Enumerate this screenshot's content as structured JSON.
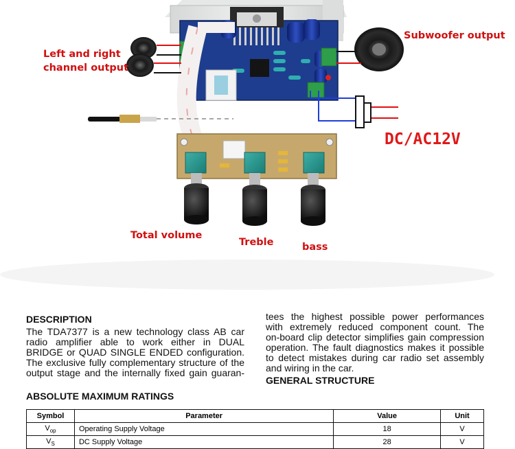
{
  "labels": {
    "left_right_line1": "Left and right",
    "left_right_line2": "channel output",
    "subwoofer": "Subwoofer output",
    "power": "DC/AC12V",
    "total_volume": "Total volume",
    "treble": "Treble",
    "bass": "bass"
  },
  "document": {
    "description_heading": "DESCRIPTION",
    "description_lines": [
      "The TDA7377 is a new technology class AB car",
      "radio amplifier able to work either in DUAL",
      "BRIDGE or QUAD SINGLE ENDED configuration.",
      "The exclusive fully complementary structure of the",
      "output stage and the internally fixed gain guaran-"
    ],
    "right_lines": [
      "tees the highest possible power performances",
      "with extremely reduced component count. The",
      "on-board clip detector simplifies gain compression",
      "operation. The fault diagnostics makes it possible",
      "to detect mistakes during car radio set assembly",
      "and wiring in the car."
    ],
    "general_structure_heading": "GENERAL STRUCTURE",
    "absolute_heading": "ABSOLUTE MAXIMUM RATINGS",
    "table": {
      "headers": [
        "Symbol",
        "Parameter",
        "Value",
        "Unit"
      ],
      "rows": [
        {
          "symbol": "V",
          "sub": "op",
          "parameter": "Operating Supply Voltage",
          "value": "18",
          "unit": "V"
        },
        {
          "symbol": "V",
          "sub": "S",
          "parameter": "DC Supply Voltage",
          "value": "28",
          "unit": "V"
        }
      ]
    }
  },
  "colors": {
    "label_red": "#d01010",
    "wire_red": "#e01010",
    "wire_blue": "#1f3fd8",
    "pcb_blue": "#1f3d8e",
    "pcb_tan": "#c7a86c"
  }
}
